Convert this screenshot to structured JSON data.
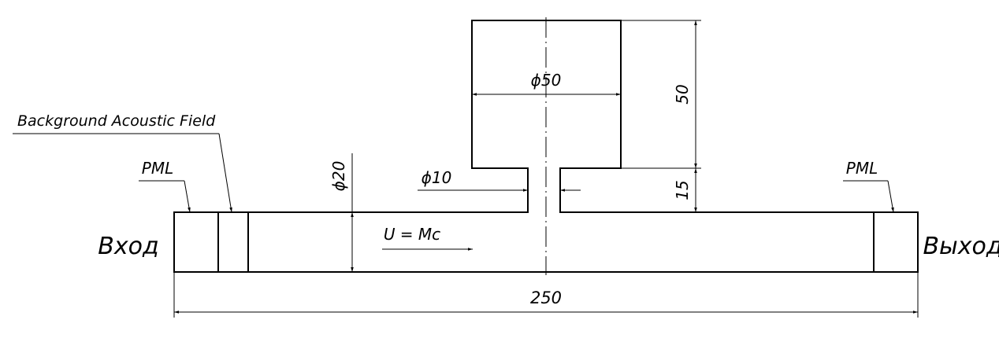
{
  "labels": {
    "inlet": "Вход",
    "outlet": "Выход",
    "pml_left": "PML",
    "pml_right": "PML",
    "background_field": "Background Acoustic Field",
    "flow": "U = Mc"
  },
  "dimensions": {
    "total_length": "250",
    "duct_height": "ϕ20",
    "neck_diameter": "ϕ10",
    "cavity_diameter": "ϕ50",
    "cavity_height": "50",
    "neck_height": "15"
  },
  "colors": {
    "line": "#000000",
    "background": "#ffffff"
  }
}
